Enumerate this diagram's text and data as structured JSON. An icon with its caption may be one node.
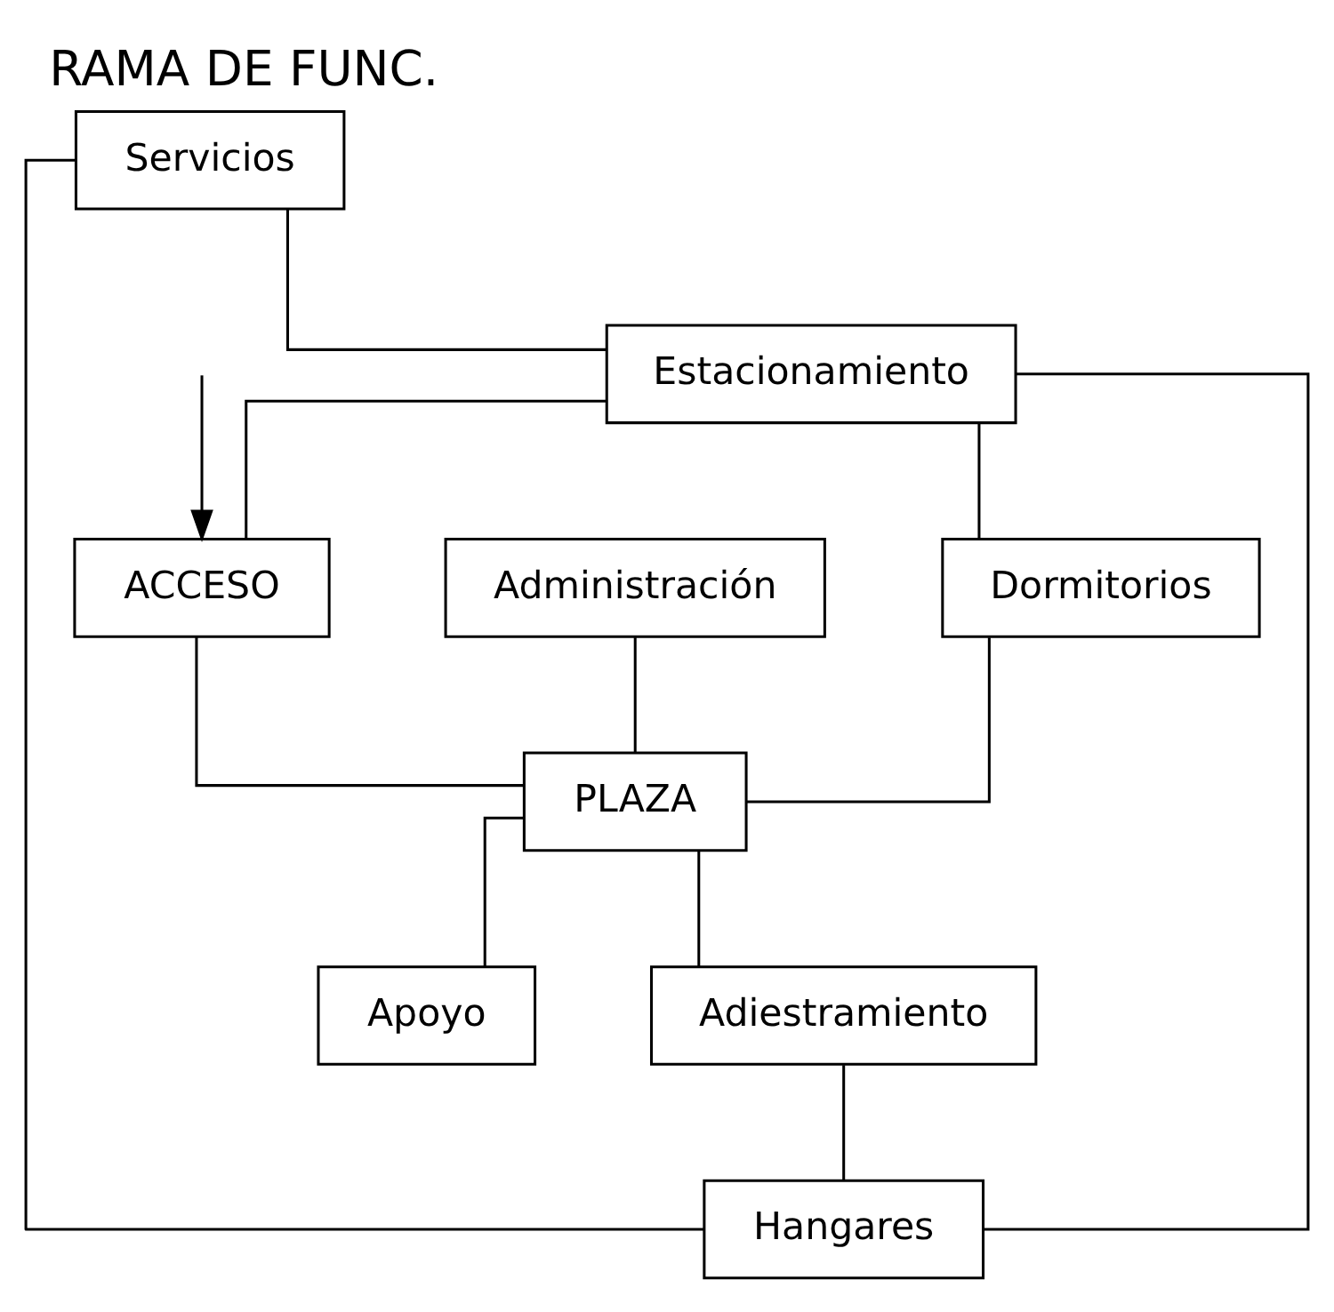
{
  "diagram": {
    "title": "RAMA DE FUNC.",
    "nodes": [
      {
        "text": [
          "Estacionamiento"
        ]
      },
      {
        "text": [
          "ACCESO"
        ]
      },
      {
        "text": [
          "Administración"
        ]
      },
      {
        "text": [
          "Dormitorios"
        ]
      },
      {
        "text": [
          "PLAZA"
        ]
      },
      {
        "text": [
          "Apoyo"
        ]
      },
      {
        "text": [
          "Servicios"
        ]
      },
      {
        "text": [
          "Adiestramiento"
        ]
      },
      {
        "text": [
          "Hangares"
        ]
      }
    ],
    "edges": [
      {
        "from": null,
        "to": 1,
        "arrow": "to"
      },
      {
        "from": 0,
        "to": 1,
        "arrow": "none"
      },
      {
        "from": 0,
        "to": 3,
        "arrow": "none"
      },
      {
        "from": 0,
        "to": 8,
        "arrow": "none"
      },
      {
        "from": 6,
        "to": 8,
        "arrow": "none"
      },
      {
        "from": 6,
        "to": 0,
        "arrow": "none"
      },
      {
        "from": 1,
        "to": 4,
        "arrow": "none"
      },
      {
        "from": 2,
        "to": 4,
        "arrow": "none"
      },
      {
        "from": 3,
        "to": 4,
        "arrow": "none"
      },
      {
        "from": 4,
        "to": 5,
        "arrow": "none"
      },
      {
        "from": 4,
        "to": 7,
        "arrow": "none"
      },
      {
        "from": 7,
        "to": 8,
        "arrow": "none"
      }
    ]
  }
}
